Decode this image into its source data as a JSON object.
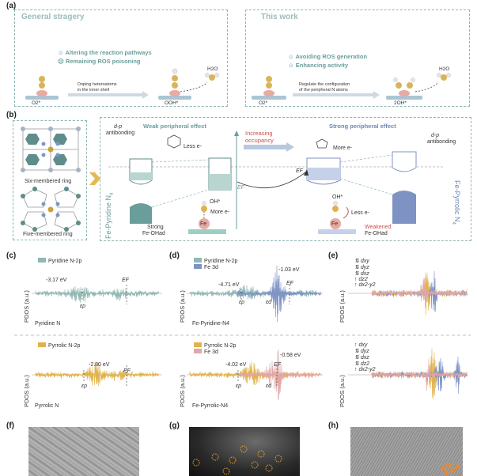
{
  "panel_labels": {
    "a": "(a)",
    "b": "(b)",
    "c": "(c)",
    "d": "(d)",
    "e": "(e)",
    "f": "(f)",
    "g": "(g)",
    "h": "(h)"
  },
  "panel_a": {
    "left": {
      "title": "General stragery",
      "bullet1": "Altering the reaction pathways",
      "bullet2": "Remaining ROS poisoning",
      "arrow_line1": "Doping heteroatoms",
      "arrow_line2": "in the inner shell",
      "start_label": "O2*",
      "end_label": "OOH*",
      "water": "H2O"
    },
    "right": {
      "title": "This work",
      "bullet1": "Avoiding ROS generation",
      "bullet2": "Enhancing activity",
      "arrow_line1": "Regulate the configuration",
      "arrow_line2": "of the peripheral N atoms",
      "start_label": "O2*",
      "end_label": "2OH*",
      "water": "H2O"
    }
  },
  "panel_b": {
    "six_ring": "Six-membered ring",
    "five_ring": "Five-membered ring",
    "left_vertical": "Fe-Pyridine N4",
    "right_vertical": "Fe-Pyrrolic N4",
    "weak": "Weak peripheral effect",
    "strong": "Strong peripheral effect",
    "dp_left_1": "d-p",
    "dp_left_2": "antibonding",
    "dp_right_1": "d-p",
    "dp_right_2": "antibonding",
    "increasing_1": "Increasing",
    "increasing_2": "occupancy",
    "less_e_top": "Less e-",
    "more_e_top": "More e-",
    "ef_left": "EF",
    "ef_right": "EF",
    "oh_left": "OH*",
    "more_e_bottom": "More e-",
    "fe": "Fe",
    "strong_feoh_1": "Strong",
    "strong_feoh_2": "Fe-OHad",
    "oh_right": "OH*",
    "less_e_bottom": "Less e-",
    "weakened_1": "Weakened",
    "weakened_2": "Fe-OHad"
  },
  "panel_c": {
    "top": {
      "legend": "Pyridine N-2p",
      "energy": "-3.17 eV",
      "ef": "EF",
      "ep": "εp",
      "name": "Pyridine N"
    },
    "bottom": {
      "legend": "Pyrrolic N-2p",
      "energy": "-2.80 eV",
      "ef": "EF",
      "ep": "εp",
      "name": "Pyrrolic N"
    },
    "ylabel": "PDOS (a.u.)"
  },
  "panel_d": {
    "top": {
      "legend1": "Pyridine N-2p",
      "legend2": "Fe 3d",
      "energy1": "-4.71 eV",
      "energy2": "-1.03 eV",
      "ef": "EF",
      "ep": "εp",
      "ed": "εd",
      "name": "Fe-Pyridine-N4"
    },
    "bottom": {
      "legend1": "Pyrrolic N-2p",
      "legend2": "Fe 3d",
      "energy1": "-4.02 eV",
      "energy2": "-0.58 eV",
      "ef": "EF",
      "ep": "εp",
      "ed": "εd",
      "name": "Fe-Pyrrolic-N4"
    },
    "ylabel": "PDOS (a.u.)"
  },
  "panel_e": {
    "top_legend": [
      "dxy",
      "dyz",
      "dxz",
      "dz2",
      "dx2-y2"
    ],
    "bottom_legend": [
      "dxy",
      "dyz",
      "dxz",
      "dz2",
      "dx2-y2"
    ],
    "ylabel": "PDOS (a.u.)"
  },
  "colors": {
    "teal": "#8fb8b3",
    "teal_dark": "#6a9e9b",
    "blue": "#7e93c4",
    "gold": "#e0b24a",
    "pink": "#e3a6a6",
    "dash": "#8fb5b5",
    "green_base": "#9ccfc4"
  }
}
